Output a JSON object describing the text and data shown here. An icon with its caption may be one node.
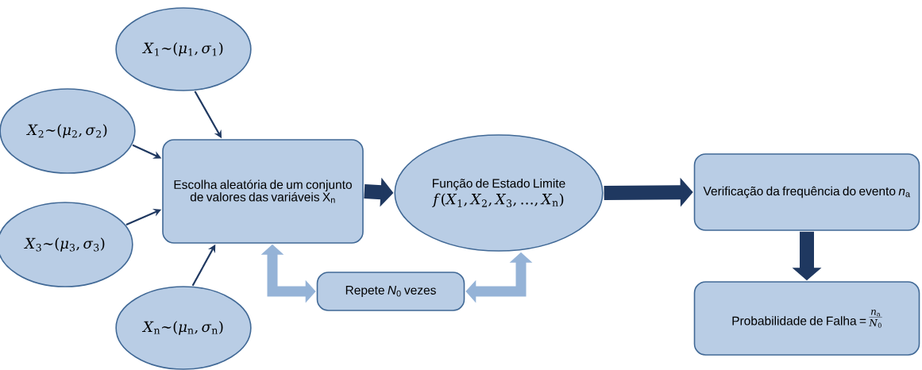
{
  "diagram": {
    "nodes": [
      {
        "text": [
          "*X*$_{1}$∼(*μ*$_{1}$, *σ*$_{1}$)"
        ]
      },
      {
        "text": [
          "*X*$_{2}$∼(*μ*$_{2}$, *σ*$_{2}$)"
        ]
      },
      {
        "text": [
          "*X*$_{3}$∼(*μ*$_{3}$, *σ*$_{3}$)"
        ]
      },
      {
        "text": [
          "*X*$_{n}$∼(*μ*$_{n}$, *σ*$_{n}$)"
        ]
      },
      {
        "text": [
          "Escolha aleatória de um conjunto de valores das variáveis X$_{n}$"
        ]
      },
      {
        "text": [
          "Função de Estado Limite",
          "*f*(*X*$_{1}$, *X*$_{2}$, *X*$_{3}$, …, *X*$_{n}$)"
        ]
      },
      {
        "text": [
          "Repete *N*$_{0}$ vezes"
        ]
      },
      {
        "text": [
          "Verificação da frequência do evento *n*$_{a}$"
        ]
      },
      {
        "text": [
          "Probabilidade de Falha =",
          "*n*$_{a}$",
          "*N*$_{0}$"
        ]
      }
    ],
    "edges": [
      {
        "from": 0,
        "to": 4,
        "arrow": "to"
      },
      {
        "from": 1,
        "to": 4,
        "arrow": "to"
      },
      {
        "from": 2,
        "to": 4,
        "arrow": "to"
      },
      {
        "from": 3,
        "to": 4,
        "arrow": "to"
      },
      {
        "from": 4,
        "to": 5,
        "arrow": "to"
      },
      {
        "from": 5,
        "to": 7,
        "arrow": "to"
      },
      {
        "from": 7,
        "to": 8,
        "arrow": "to"
      },
      {
        "from": 4,
        "to": 6,
        "arrow": "both",
        "color": "#95b3d7"
      },
      {
        "from": 5,
        "to": 6,
        "arrow": "both",
        "color": "#95b3d7"
      }
    ]
  }
}
